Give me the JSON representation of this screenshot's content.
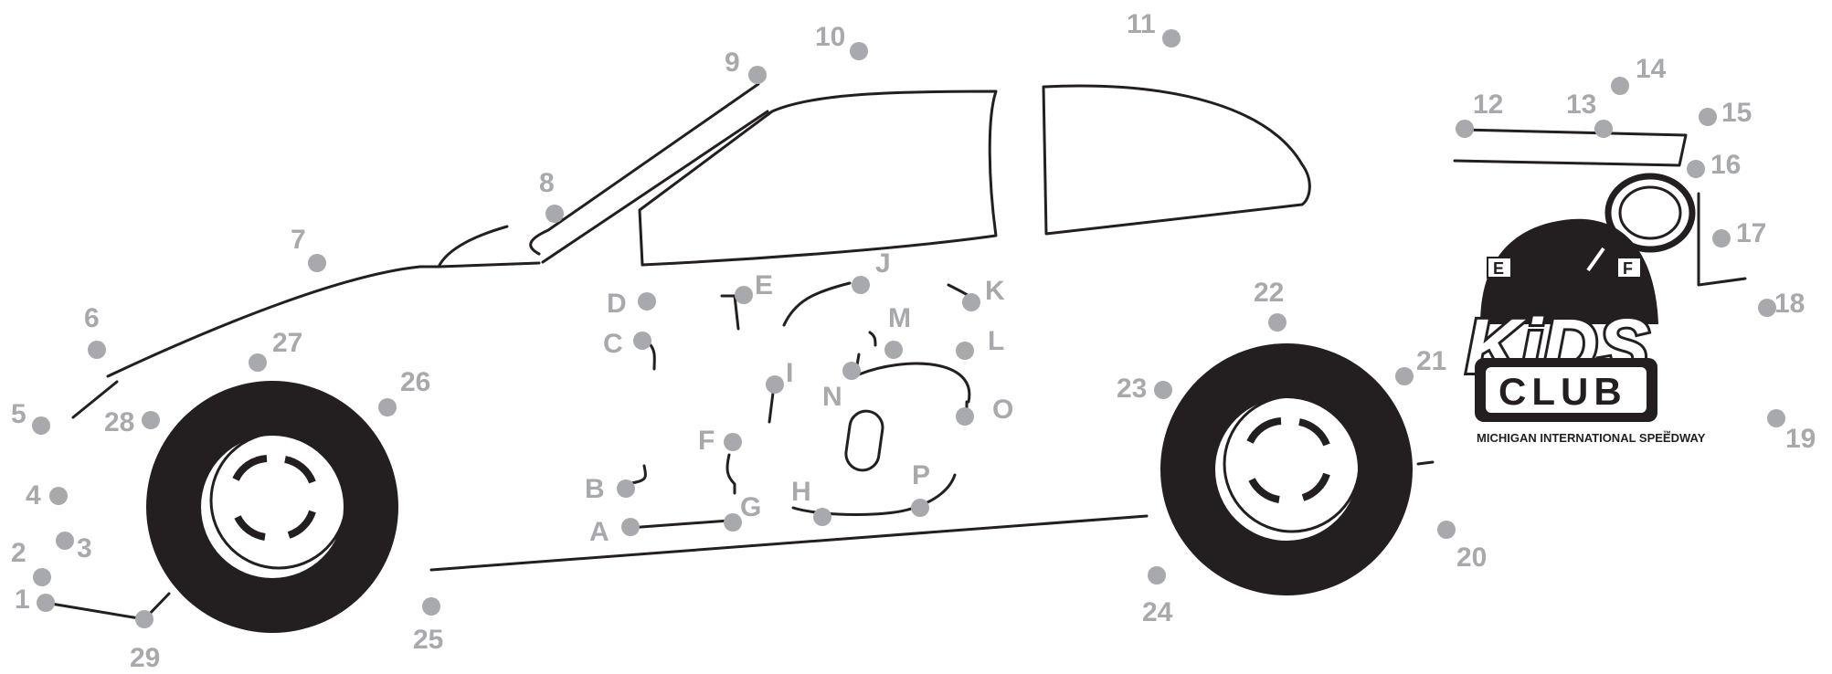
{
  "dots": [
    {
      "label": "1"
    },
    {
      "label": "2"
    },
    {
      "label": "3"
    },
    {
      "label": "4"
    },
    {
      "label": "5"
    },
    {
      "label": "6"
    },
    {
      "label": "7"
    },
    {
      "label": "8"
    },
    {
      "label": "9"
    },
    {
      "label": "10"
    },
    {
      "label": "11"
    },
    {
      "label": "12"
    },
    {
      "label": "13"
    },
    {
      "label": "14"
    },
    {
      "label": "15"
    },
    {
      "label": "16"
    },
    {
      "label": "17"
    },
    {
      "label": "18"
    },
    {
      "label": "19"
    },
    {
      "label": "20"
    },
    {
      "label": "21"
    },
    {
      "label": "22"
    },
    {
      "label": "23"
    },
    {
      "label": "24"
    },
    {
      "label": "25"
    },
    {
      "label": "26"
    },
    {
      "label": "27"
    },
    {
      "label": "28"
    },
    {
      "label": "29"
    },
    {
      "label": "A"
    },
    {
      "label": "B"
    },
    {
      "label": "C"
    },
    {
      "label": "D"
    },
    {
      "label": "E"
    },
    {
      "label": "F"
    },
    {
      "label": "G"
    },
    {
      "label": "H"
    },
    {
      "label": "I"
    },
    {
      "label": "J"
    },
    {
      "label": "K"
    },
    {
      "label": "L"
    },
    {
      "label": "M"
    },
    {
      "label": "N"
    },
    {
      "label": "O"
    },
    {
      "label": "P"
    }
  ],
  "logo": {
    "kids": "KiDS",
    "club": "CLUB",
    "tagline": "MICHIGAN INTERNATIONAL SPEEDWAY",
    "trademark": "™",
    "flag_letters": [
      "E",
      "F"
    ]
  },
  "colors": {
    "dot": "#a7a9ac",
    "line": "#231f20",
    "background": "#ffffff"
  }
}
